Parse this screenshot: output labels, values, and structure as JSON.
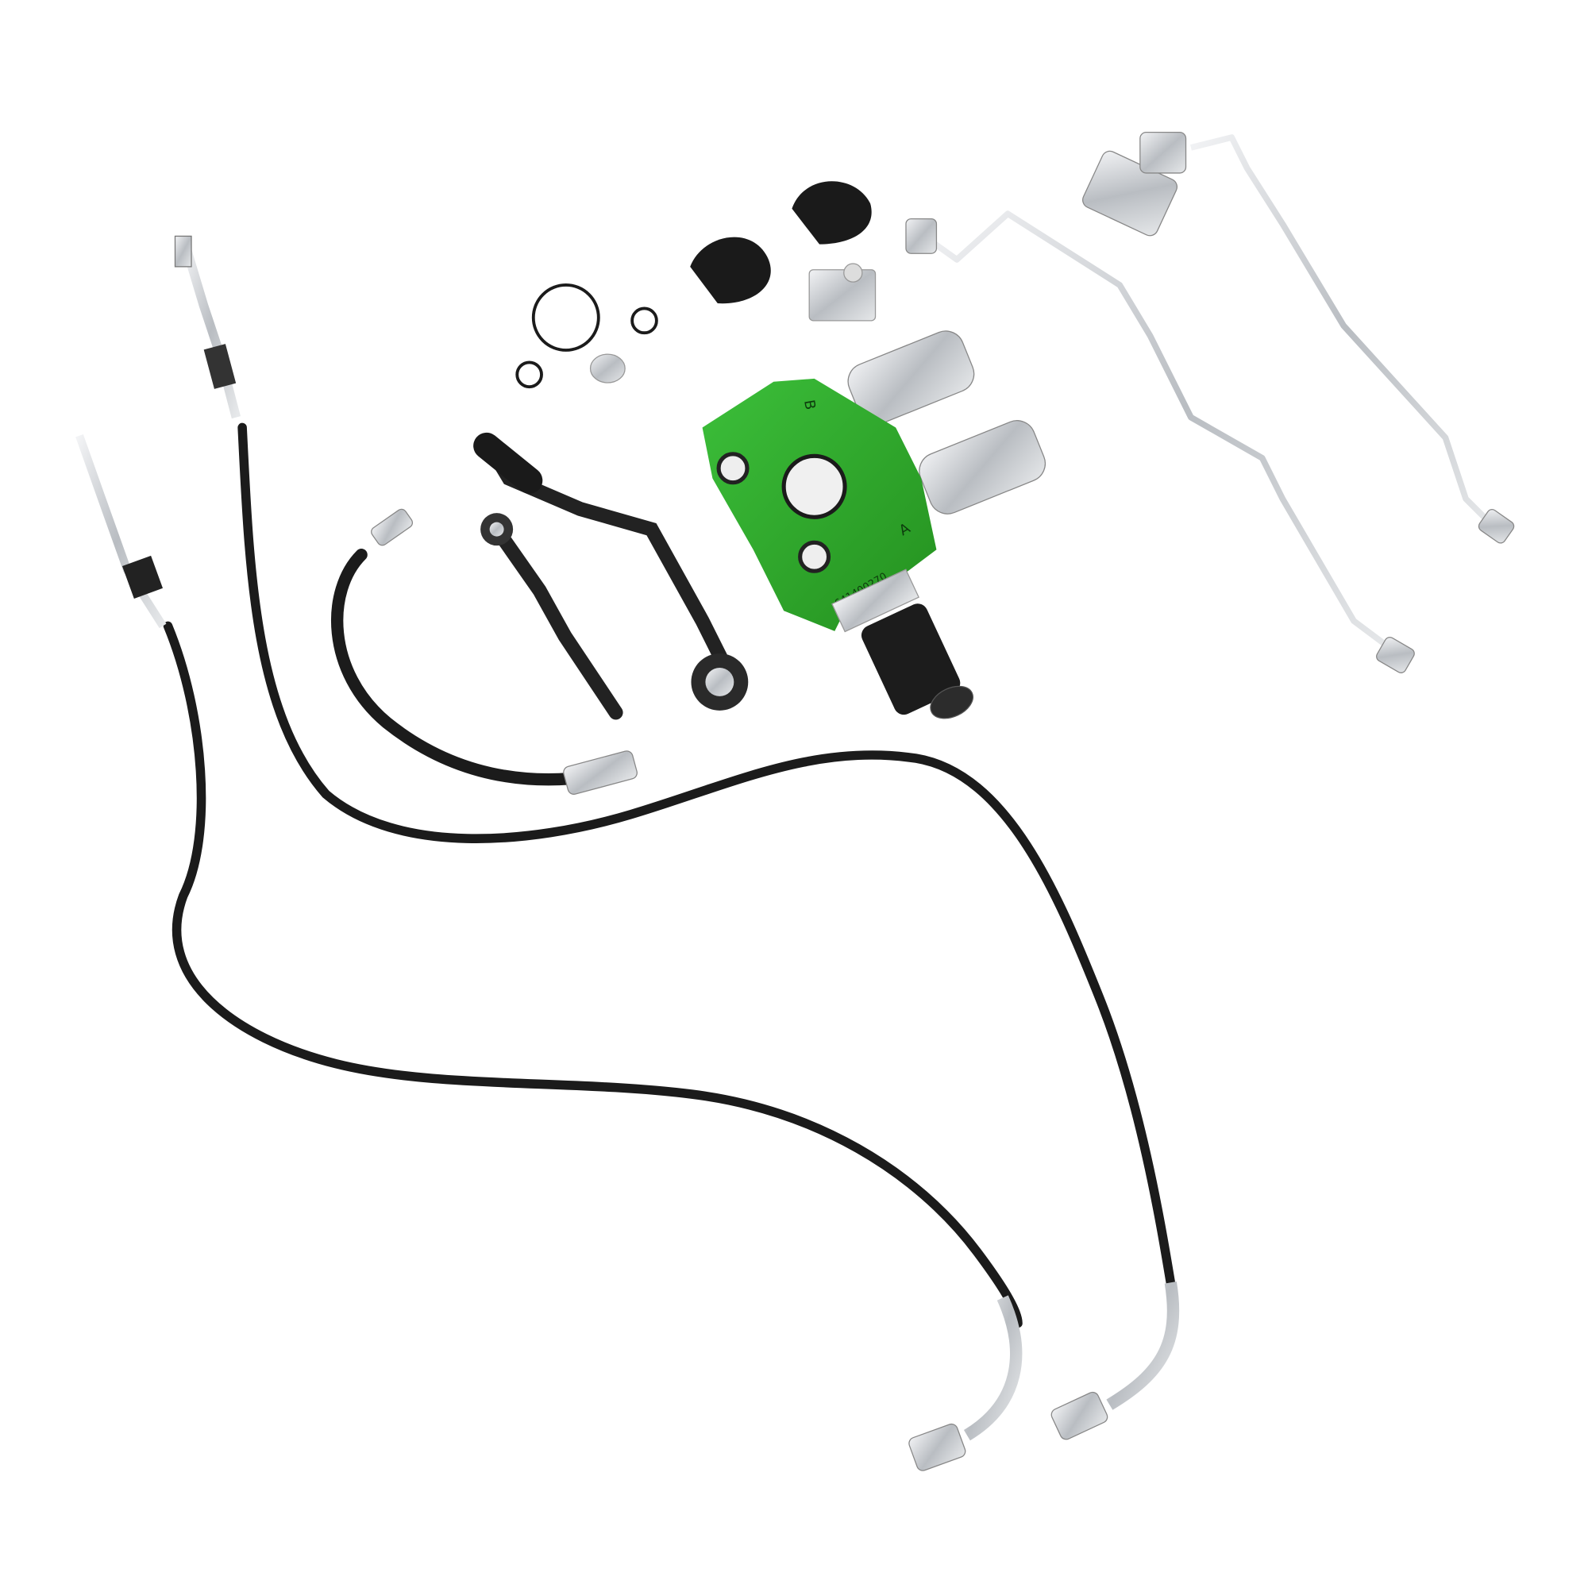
{
  "scene": {
    "description_colors": {
      "valve_green": "#2fa82f",
      "cable_black": "#1b1b1b",
      "steel": "#c9ccd0",
      "background": "#ffffff"
    },
    "valve": {
      "port_b_label": "B",
      "port_a_label": "A",
      "part_number": "641400270"
    }
  }
}
